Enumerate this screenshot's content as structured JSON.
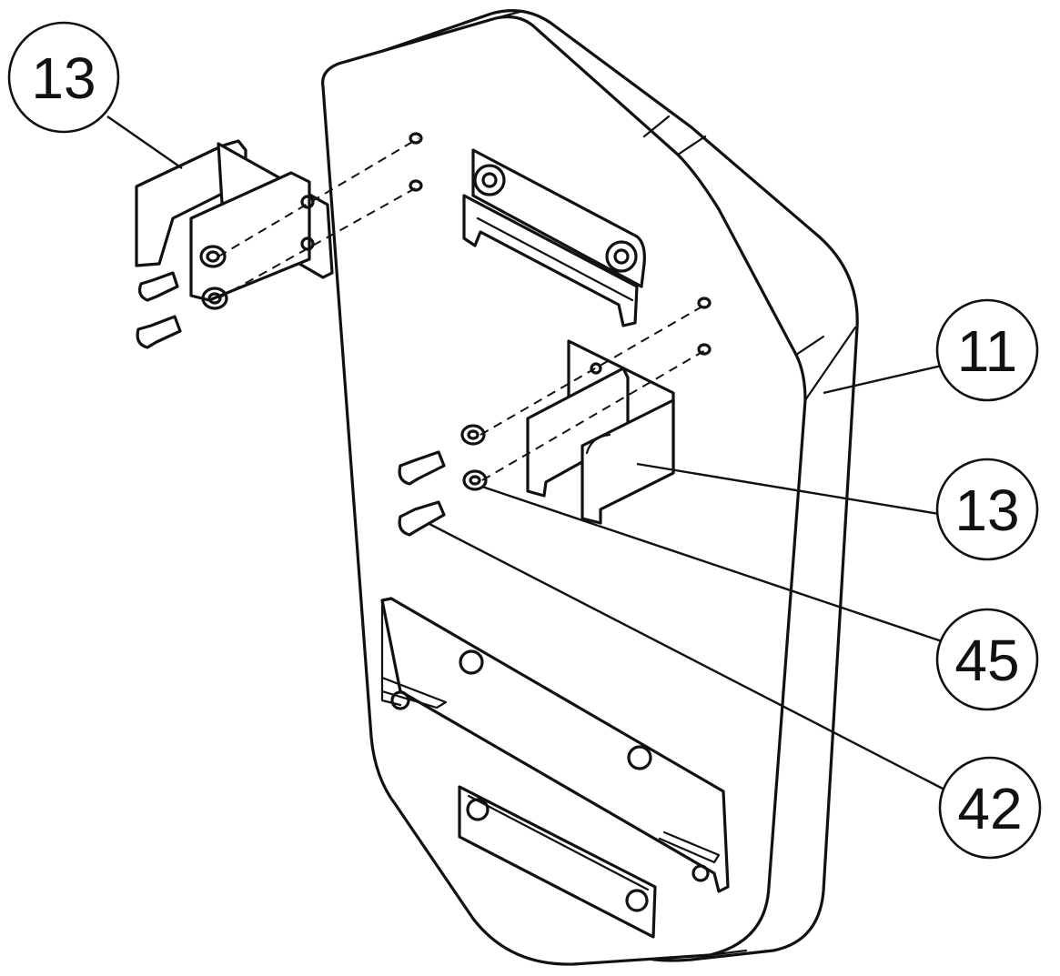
{
  "callouts": [
    {
      "id": "bracket-top-left",
      "label": "13"
    },
    {
      "id": "housing",
      "label": "11"
    },
    {
      "id": "bracket-center",
      "label": "13"
    },
    {
      "id": "washer",
      "label": "45"
    },
    {
      "id": "screw",
      "label": "42"
    }
  ],
  "colors": {
    "line": "#111111",
    "background": "#ffffff"
  }
}
